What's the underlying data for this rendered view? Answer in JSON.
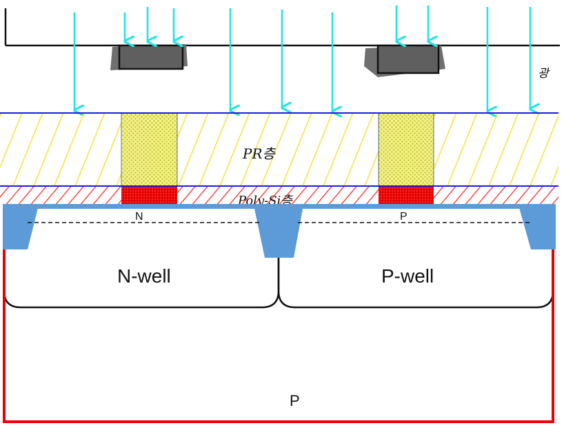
{
  "labels": {
    "n_well": "N-well",
    "p_well": "P-well",
    "substrate": "P",
    "n_gate_marker": "N",
    "p_gate_marker": "P",
    "pr_layer": "PR층",
    "poly_layer": "Poly-Si층",
    "light_note": "광"
  },
  "colors": {
    "light_arrow": "#22e5e0",
    "mask_frame": "#111111",
    "mask_chrome": "#6f6f6f",
    "layer_boundary": "#1a1adf",
    "photoresist_hatch": "#f0e23a",
    "photoresist_dots": "#b9c21c",
    "photoresist_fill": "#f4f08a",
    "poly_hatch": "#ff2020",
    "poly_fill": "#e80000",
    "oxide": "#5c9bd8",
    "well_outline": "#111111",
    "substrate_outline": "#ee0000"
  },
  "icons": {
    "light_arrow": "down-arrow-icon"
  }
}
